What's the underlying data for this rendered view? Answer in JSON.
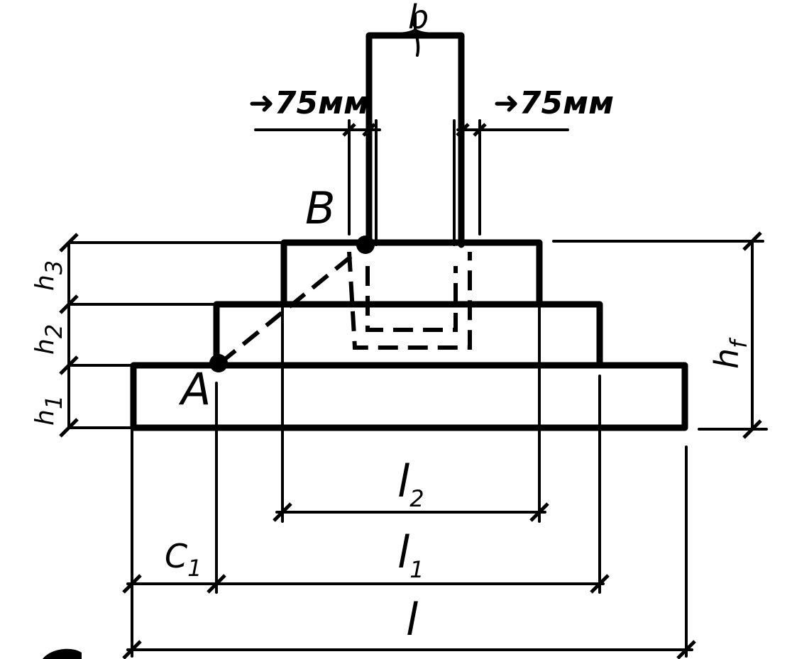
{
  "labels": {
    "b": "b",
    "clearance_left": "75мм",
    "clearance_right": "75мм",
    "point_b": "B",
    "point_a": "A",
    "h1": "h",
    "h1_sub": "1",
    "h2": "h",
    "h2_sub": "2",
    "h3": "h",
    "h3_sub": "3",
    "hf": "h",
    "hf_sub": "f",
    "l2": "l",
    "l2_sub": "2",
    "l1": "l",
    "l1_sub": "1",
    "c1": "C",
    "c1_sub": "1",
    "l": "l"
  }
}
